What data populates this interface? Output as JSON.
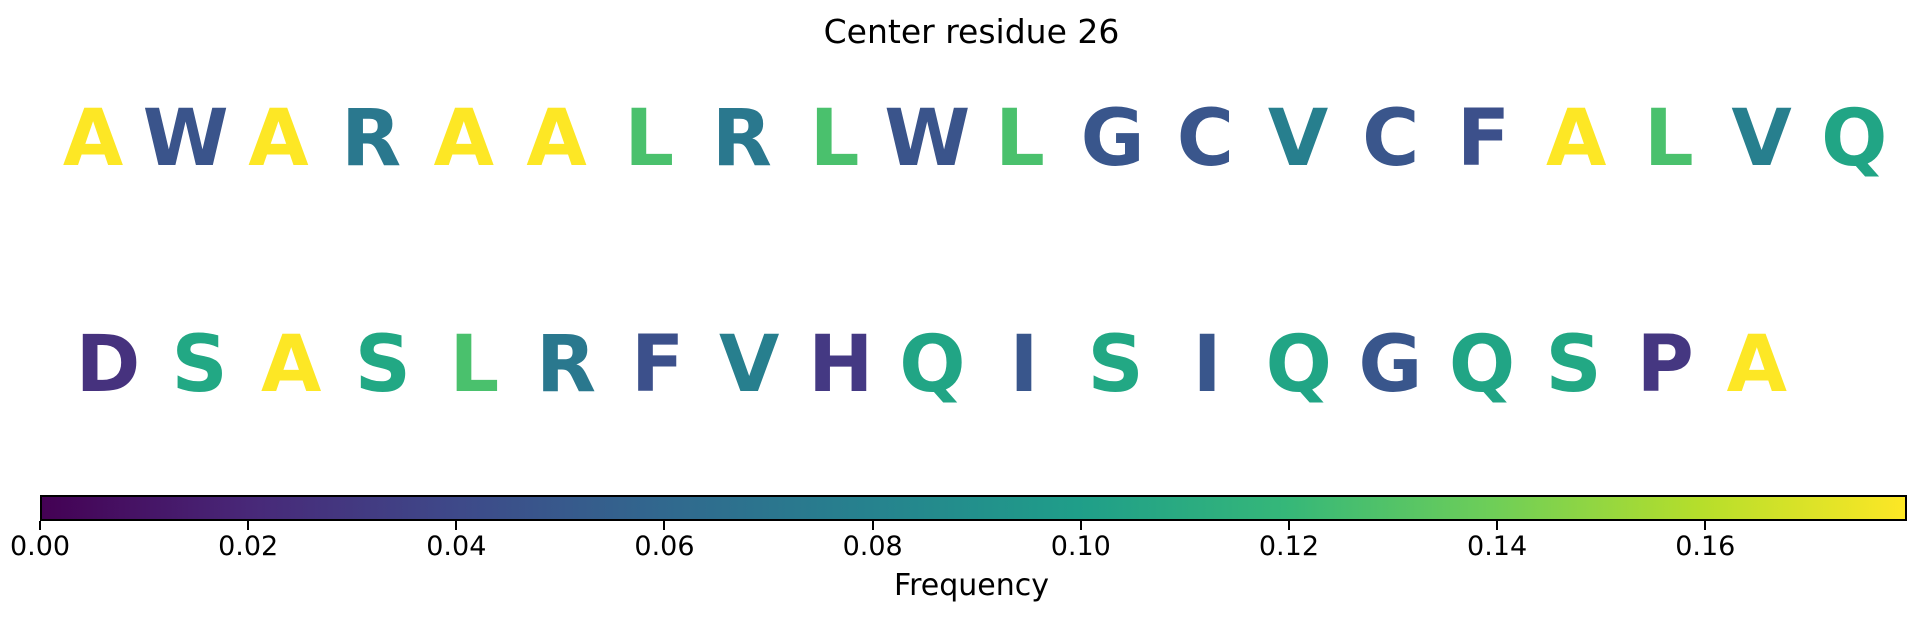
{
  "title": "Center residue 26",
  "sequence": {
    "row1": [
      "A",
      "W",
      "A",
      "R",
      "A",
      "A",
      "L",
      "R",
      "L",
      "W",
      "L",
      "G",
      "C",
      "V",
      "C",
      "F",
      "A",
      "L",
      "V",
      "Q"
    ],
    "row2": [
      "D",
      "S",
      "A",
      "S",
      "L",
      "R",
      "F",
      "V",
      "H",
      "Q",
      "I",
      "S",
      "I",
      "Q",
      "G",
      "Q",
      "S",
      "P",
      "A"
    ]
  },
  "letter_colors": {
    "A": "#fde725",
    "W": "#3a548b",
    "G": "#39568c",
    "C": "#3a568c",
    "F": "#3c508b",
    "I": "#39568c",
    "R": "#2a788e",
    "V": "#277f8e",
    "L": "#4ac16d",
    "S": "#22a884",
    "Q": "#21a585",
    "D": "#46327e",
    "H": "#443983",
    "P": "#453781"
  },
  "colorbar": {
    "label": "Frequency",
    "tick_labels": [
      "0.00",
      "0.02",
      "0.04",
      "0.06",
      "0.08",
      "0.10",
      "0.12",
      "0.14",
      "0.16"
    ],
    "tick_values": [
      0.0,
      0.02,
      0.04,
      0.06,
      0.08,
      0.1,
      0.12,
      0.14,
      0.16
    ],
    "vmin": 0.0,
    "vmax": 0.179,
    "colormap": "viridis",
    "gradient_stops": [
      "#440154",
      "#482878",
      "#3e4989",
      "#31688e",
      "#26828e",
      "#1f9e89",
      "#35b779",
      "#6ece58",
      "#b5de2b",
      "#fde725"
    ],
    "outline_color": "#000000"
  },
  "chart_data": {
    "type": "heatmap",
    "title": "Center residue 26",
    "description": "Amino-acid sequence window around center residue 26; each letter colored by its frequency via the viridis colormap.",
    "colormap": "viridis",
    "colorbar_label": "Frequency",
    "colorbar_ticks": [
      0.0,
      0.02,
      0.04,
      0.06,
      0.08,
      0.1,
      0.12,
      0.14,
      0.16
    ],
    "vmin": 0.0,
    "vmax": 0.179,
    "legend_position": "bottom-colorbar",
    "rows": [
      [
        "A",
        "W",
        "A",
        "R",
        "A",
        "A",
        "L",
        "R",
        "L",
        "W",
        "L",
        "G",
        "C",
        "V",
        "C",
        "F",
        "A",
        "L",
        "V",
        "Q"
      ],
      [
        "D",
        "S",
        "A",
        "S",
        "L",
        "R",
        "F",
        "V",
        "H",
        "Q",
        "I",
        "S",
        "I",
        "Q",
        "G",
        "Q",
        "S",
        "P",
        "A"
      ]
    ],
    "estimated_letter_frequencies": {
      "A": 0.175,
      "L": 0.132,
      "S": 0.107,
      "Q": 0.105,
      "V": 0.084,
      "R": 0.08,
      "G": 0.051,
      "C": 0.05,
      "I": 0.05,
      "W": 0.049,
      "F": 0.047,
      "H": 0.03,
      "P": 0.029,
      "D": 0.024
    }
  }
}
